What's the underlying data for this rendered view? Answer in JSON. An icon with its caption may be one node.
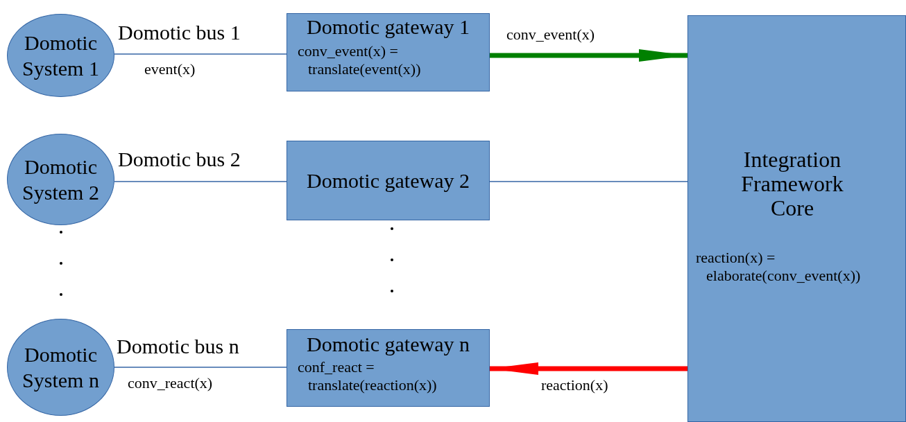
{
  "diagram": {
    "nodes": [
      {
        "text": [
          "Domotic System 1"
        ]
      },
      {
        "text": [
          "Domotic gateway 1",
          "conv_event(x) = translate(event(x))"
        ]
      },
      {
        "text": [
          "Domotic System 2"
        ]
      },
      {
        "text": [
          "Domotic gateway 2"
        ]
      },
      {
        "text": [
          "Domotic System n"
        ]
      },
      {
        "text": [
          "Domotic gateway n",
          "conf_react = translate(reaction(x))"
        ]
      },
      {
        "text": [
          "Integration Framework Core",
          "reaction(x) = elaborate(conv_event(x))"
        ]
      }
    ],
    "edges": [
      {
        "from": 0,
        "to": 1,
        "arrow": "none",
        "label": "Domotic bus 1"
      },
      {
        "from": 1,
        "to": 6,
        "arrow": "to",
        "label": "conv_event(x)",
        "style": "thick",
        "color": "#008000"
      },
      {
        "from": 2,
        "to": 3,
        "arrow": "none",
        "label": "Domotic bus 2"
      },
      {
        "from": 3,
        "to": 6,
        "arrow": "none"
      },
      {
        "from": 4,
        "to": 5,
        "arrow": "none",
        "label": "Domotic bus n"
      },
      {
        "from": 6,
        "to": 5,
        "arrow": "to",
        "label": "reaction(x)",
        "style": "thick",
        "color": "#ff0000"
      }
    ],
    "labels": [
      "event(x)",
      "conv_react(x)"
    ]
  }
}
